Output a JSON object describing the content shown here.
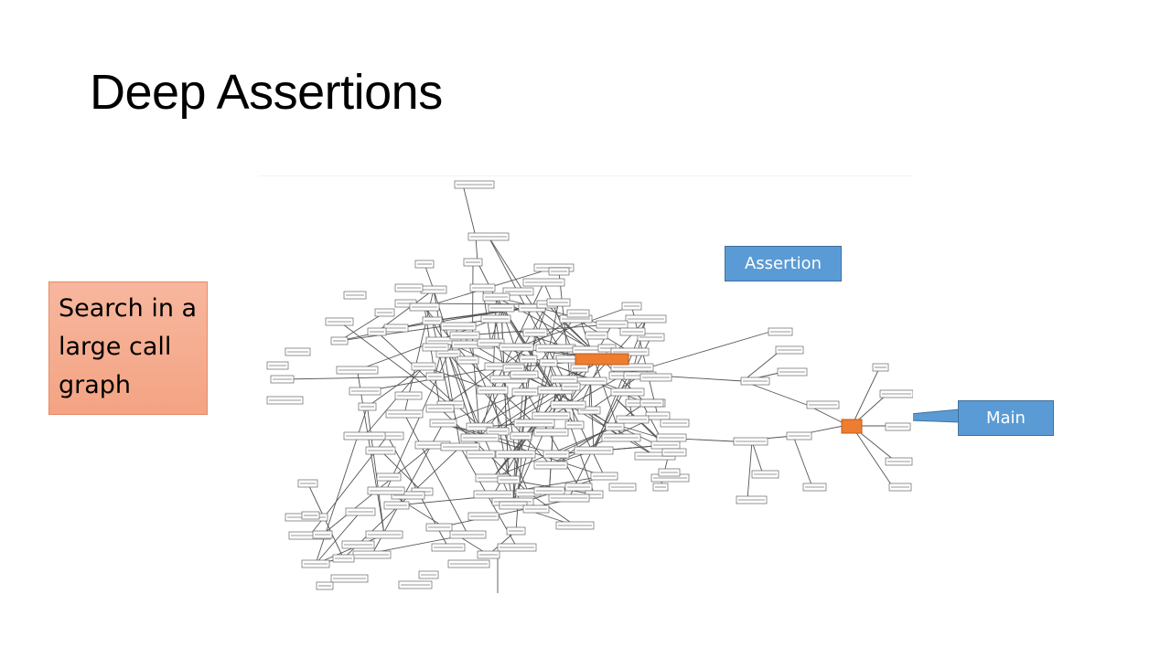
{
  "slide": {
    "title": "Deep Assertions",
    "side_note": "Search in a large call graph"
  },
  "callouts": {
    "assertion": "Assertion",
    "main": "Main"
  },
  "colors": {
    "highlight_node": "#ed7d31",
    "callout_fill": "#5b9bd5",
    "note_fill": "#f4a383",
    "edge": "#555555",
    "node_border": "#666666"
  }
}
